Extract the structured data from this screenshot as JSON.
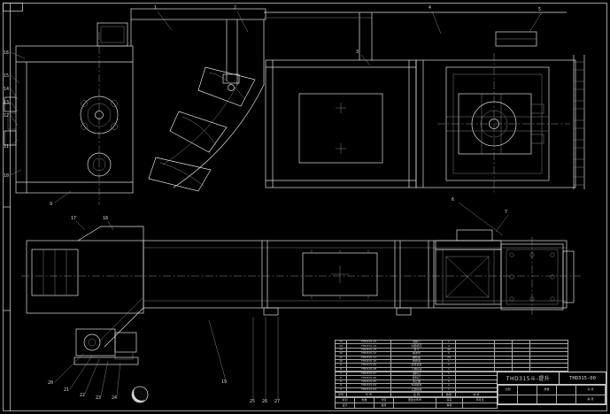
{
  "colors": {
    "background": "#000000",
    "line": "#dedede",
    "dim_line": "#8f8f8f",
    "table_line": "#a8a8a8",
    "text": "#d8d8d8"
  },
  "title_block": {
    "title": "THD315斗-提升",
    "drawing_no": "THD315-00",
    "grid_rows": [
      [
        "比例",
        "",
        "质量",
        "",
        "共 张"
      ],
      [
        "",
        "",
        "",
        "",
        "第 张"
      ]
    ]
  },
  "revision_strip": {
    "rows": [
      [
        "标记",
        "处数",
        "分区",
        "更改文件号",
        "签名",
        "年月日"
      ],
      [
        "设计",
        "",
        "校对",
        "",
        "审核",
        ""
      ]
    ]
  },
  "bom": {
    "header_rows": [
      [
        "序号",
        "代  号",
        "名  称",
        "数量",
        "材  料"
      ]
    ],
    "upper_rows": [
      [
        "15",
        "THD315-15",
        "观察门",
        "1",
        "",
        "",
        "",
        ""
      ],
      [
        "14",
        "THD315-14",
        "中部机壳",
        "4",
        "",
        "",
        "",
        ""
      ],
      [
        "13",
        "THD315-13",
        "料斗",
        "46",
        "",
        "",
        "",
        ""
      ],
      [
        "12",
        "THD315-12",
        "输送带",
        "1",
        "",
        "",
        "",
        ""
      ],
      [
        "11",
        "THD315-11",
        "螺栓组",
        "24",
        "",
        "",
        "",
        ""
      ],
      [
        "10",
        "THD315-10",
        "防护罩",
        "1",
        "",
        "",
        "",
        ""
      ],
      [
        "9",
        "THD315-09",
        "张紧装置",
        "1",
        "",
        "",
        "",
        ""
      ],
      [
        "8",
        "THD315-08",
        "下部区段",
        "1",
        "",
        "",
        "",
        ""
      ]
    ],
    "lower_rows": [
      [
        "7",
        "THD315-07",
        "进料口",
        "1",
        ""
      ],
      [
        "6",
        "THD315-06",
        "卸料口",
        "1",
        ""
      ],
      [
        "5",
        "THD315-05",
        "逆止器",
        "1",
        ""
      ],
      [
        "4",
        "THD315-04",
        "传动装置",
        "1",
        ""
      ],
      [
        "3",
        "THD315-03",
        "上部区段",
        "1",
        ""
      ]
    ]
  },
  "callouts": {
    "t1": "1",
    "t2": "2",
    "t3": "3",
    "t4": "4",
    "t5": "5",
    "l1": "16",
    "l2": "15",
    "l3": "14",
    "l4": "13",
    "l5": "12",
    "l6": "11",
    "l7": "10",
    "l8": "9",
    "bt1": "17",
    "bt2": "18",
    "br1": "6",
    "br2": "7",
    "bl1": "20",
    "bl2": "21",
    "bl3": "22",
    "bl4": "23",
    "bl5": "24",
    "bm1": "19",
    "bm2": "25",
    "bm3": "26",
    "bm4": "27"
  }
}
